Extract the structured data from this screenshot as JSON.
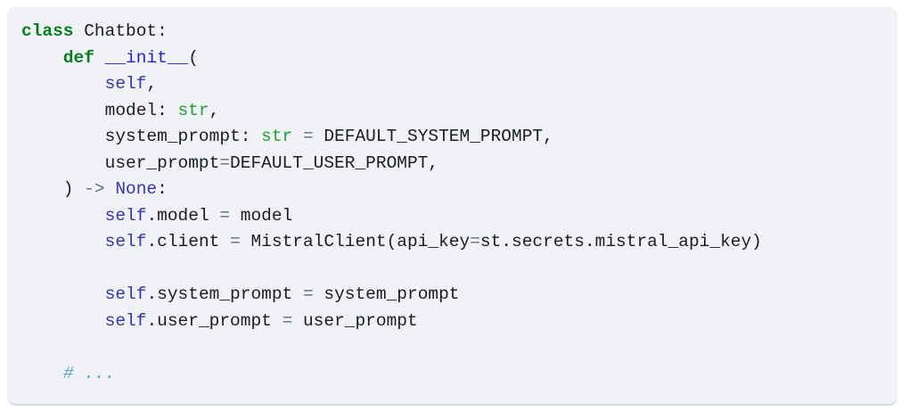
{
  "colors": {
    "page_bg": "#ffffff",
    "card_bg": "#f0f2f6",
    "card_border": "#d5d9e0",
    "text": "#1a1c24",
    "keyword": "#067d21",
    "function": "#2525c8",
    "self_const": "#3636a8",
    "builtin": "#23a03c",
    "operator": "#666c72",
    "comment": "#59a5d2"
  },
  "code_block": {
    "lines": [
      [
        [
          "kw",
          "class"
        ],
        [
          "pl",
          " Chatbot:"
        ]
      ],
      [
        [
          "pl",
          "    "
        ],
        [
          "kw",
          "def"
        ],
        [
          "pl",
          " "
        ],
        [
          "fn",
          "__init__"
        ],
        [
          "pl",
          "("
        ]
      ],
      [
        [
          "pl",
          "        "
        ],
        [
          "self",
          "self"
        ],
        [
          "pl",
          ","
        ]
      ],
      [
        [
          "pl",
          "        model: "
        ],
        [
          "builtin",
          "str"
        ],
        [
          "pl",
          ","
        ]
      ],
      [
        [
          "pl",
          "        system_prompt: "
        ],
        [
          "builtin",
          "str"
        ],
        [
          "pl",
          " "
        ],
        [
          "op",
          "="
        ],
        [
          "pl",
          " DEFAULT_SYSTEM_PROMPT,"
        ]
      ],
      [
        [
          "pl",
          "        user_prompt"
        ],
        [
          "op",
          "="
        ],
        [
          "pl",
          "DEFAULT_USER_PROMPT,"
        ]
      ],
      [
        [
          "pl",
          "    ) "
        ],
        [
          "op",
          "->"
        ],
        [
          "pl",
          " "
        ],
        [
          "self",
          "None"
        ],
        [
          "pl",
          ":"
        ]
      ],
      [
        [
          "pl",
          "        "
        ],
        [
          "self",
          "self"
        ],
        [
          "pl",
          ".model "
        ],
        [
          "op",
          "="
        ],
        [
          "pl",
          " model"
        ]
      ],
      [
        [
          "pl",
          "        "
        ],
        [
          "self",
          "self"
        ],
        [
          "pl",
          ".client "
        ],
        [
          "op",
          "="
        ],
        [
          "pl",
          " MistralClient(api_key"
        ],
        [
          "op",
          "="
        ],
        [
          "pl",
          "st.secrets.mistral_api_key)"
        ]
      ],
      [],
      [
        [
          "pl",
          "        "
        ],
        [
          "self",
          "self"
        ],
        [
          "pl",
          ".system_prompt "
        ],
        [
          "op",
          "="
        ],
        [
          "pl",
          " system_prompt"
        ]
      ],
      [
        [
          "pl",
          "        "
        ],
        [
          "self",
          "self"
        ],
        [
          "pl",
          ".user_prompt "
        ],
        [
          "op",
          "="
        ],
        [
          "pl",
          " user_prompt"
        ]
      ],
      [],
      [
        [
          "pl",
          "    "
        ],
        [
          "cm",
          "# ..."
        ]
      ]
    ]
  }
}
